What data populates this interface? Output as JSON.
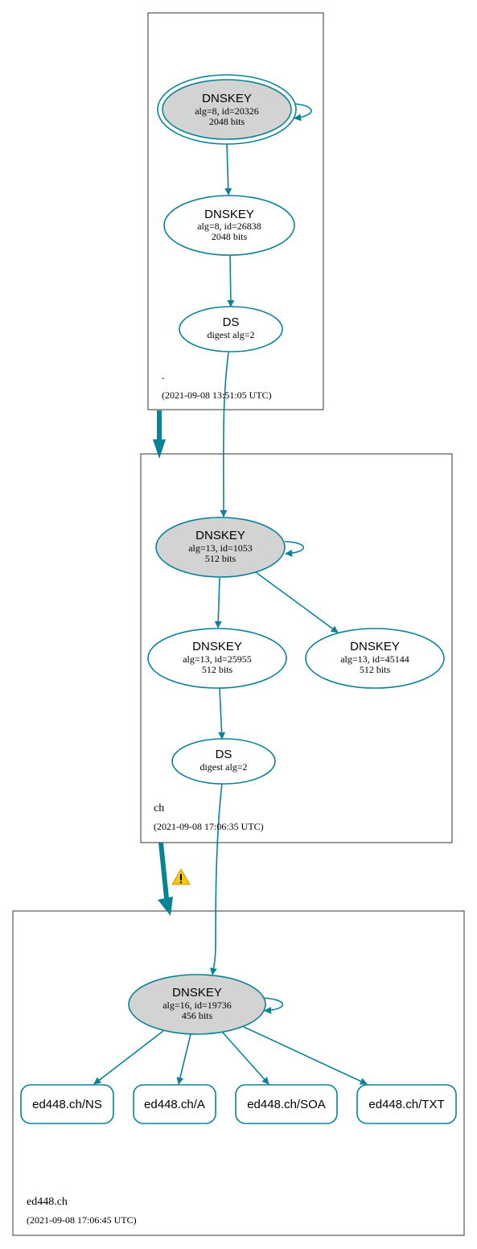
{
  "colors": {
    "edge": "#0a8296",
    "secure_key_fill": "#d3d3d3",
    "warning": "#f5c518"
  },
  "zones": [
    {
      "name": ".",
      "timestamp": "(2021-09-08 13:51:05 UTC)",
      "nodes": [
        {
          "title": "DNSKEY",
          "line1": "alg=8, id=20326",
          "line2": "2048 bits"
        },
        {
          "title": "DNSKEY",
          "line1": "alg=8, id=26838",
          "line2": "2048 bits"
        },
        {
          "title": "DS",
          "line1": "digest alg=2"
        }
      ]
    },
    {
      "name": "ch",
      "timestamp": "(2021-09-08 17:06:35 UTC)",
      "nodes": [
        {
          "title": "DNSKEY",
          "line1": "alg=13, id=1053",
          "line2": "512 bits"
        },
        {
          "title": "DNSKEY",
          "line1": "alg=13, id=25955",
          "line2": "512 bits"
        },
        {
          "title": "DNSKEY",
          "line1": "alg=13, id=45144",
          "line2": "512 bits"
        },
        {
          "title": "DS",
          "line1": "digest alg=2"
        }
      ]
    },
    {
      "name": "ed448.ch",
      "timestamp": "(2021-09-08 17:06:45 UTC)",
      "nodes": [
        {
          "title": "DNSKEY",
          "line1": "alg=16, id=19736",
          "line2": "456 bits"
        }
      ],
      "records": [
        "ed448.ch/NS",
        "ed448.ch/A",
        "ed448.ch/SOA",
        "ed448.ch/TXT"
      ]
    }
  ],
  "icons": {
    "delegation_warning": "warning-triangle-icon"
  }
}
